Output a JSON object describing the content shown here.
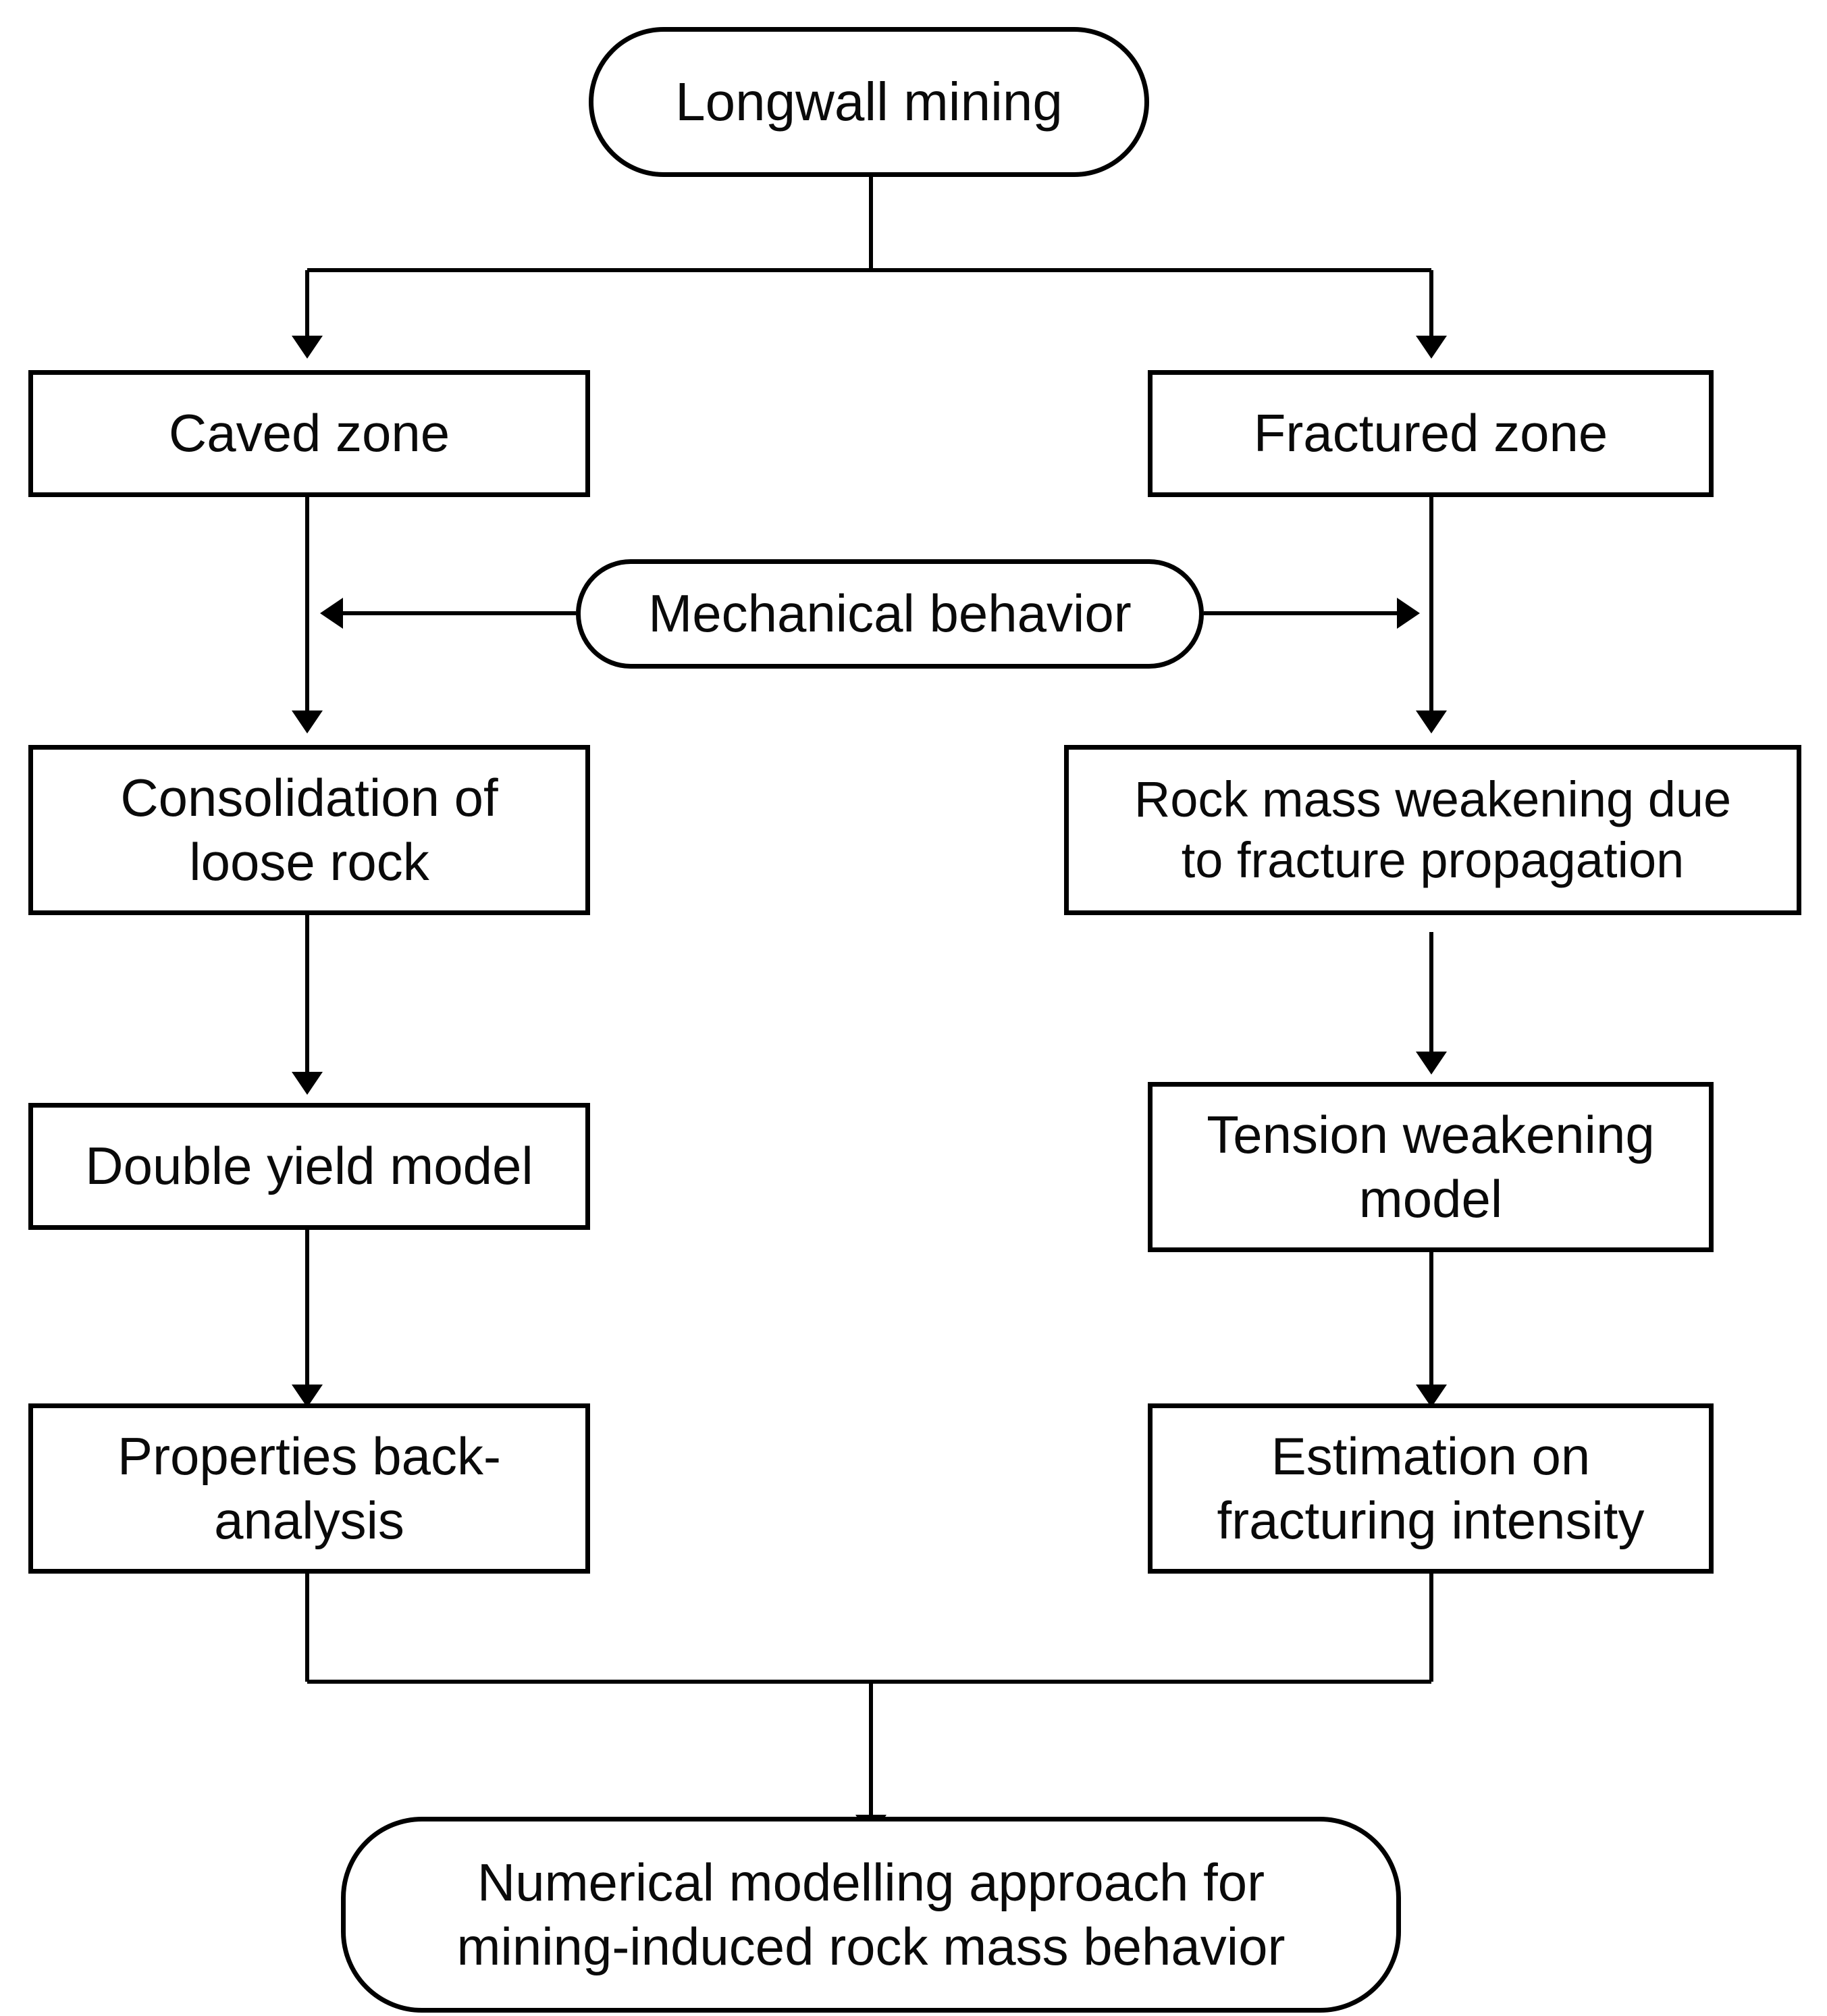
{
  "diagram": {
    "title": "Numerical modelling approach flowchart for longwall mining induced rock mass behavior",
    "background_color": "#ffffff",
    "line_color": "#000000",
    "text_color": "#0a0a0a",
    "nodes": {
      "longwall_mining": {
        "label": "Longwall mining",
        "shape": "pill"
      },
      "caved_zone": {
        "label": "Caved zone",
        "shape": "rect"
      },
      "fractured_zone": {
        "label": "Fractured zone",
        "shape": "rect"
      },
      "mechanical_behavior": {
        "label": "Mechanical behavior",
        "shape": "pill"
      },
      "consolidation": {
        "label": "Consolidation of\nloose rock",
        "shape": "rect"
      },
      "rock_mass_weakening": {
        "label": "Rock mass weakening due\nto fracture propagation",
        "shape": "rect"
      },
      "double_yield": {
        "label": "Double yield model",
        "shape": "rect"
      },
      "tension_weakening": {
        "label": "Tension weakening\nmodel",
        "shape": "rect"
      },
      "properties_back_analysis": {
        "label": "Properties back-\nanalysis",
        "shape": "rect"
      },
      "estimation_fracturing": {
        "label": "Estimation on\nfracturing intensity",
        "shape": "rect"
      },
      "numerical_modelling": {
        "label": "Numerical modelling approach for\nmining-induced  rock mass behavior",
        "shape": "pill"
      }
    },
    "edges": [
      {
        "from": "longwall_mining",
        "to": "caved_zone",
        "style": "elbow-down-left",
        "arrow": "end"
      },
      {
        "from": "longwall_mining",
        "to": "fractured_zone",
        "style": "elbow-down-right",
        "arrow": "end"
      },
      {
        "from": "caved_zone",
        "to": "consolidation",
        "style": "straight-down",
        "arrow": "end"
      },
      {
        "from": "fractured_zone",
        "to": "rock_mass_weakening",
        "style": "straight-down",
        "arrow": "end"
      },
      {
        "from": "mechanical_behavior",
        "to": "caved_zone_branch",
        "style": "horizontal-left",
        "arrow": "end"
      },
      {
        "from": "mechanical_behavior",
        "to": "fractured_zone_branch",
        "style": "horizontal-right",
        "arrow": "end"
      },
      {
        "from": "consolidation",
        "to": "double_yield",
        "style": "straight-down",
        "arrow": "end"
      },
      {
        "from": "rock_mass_weakening",
        "to": "tension_weakening",
        "style": "straight-down",
        "arrow": "end"
      },
      {
        "from": "double_yield",
        "to": "properties_back_analysis",
        "style": "straight-down",
        "arrow": "end"
      },
      {
        "from": "tension_weakening",
        "to": "estimation_fracturing",
        "style": "straight-down",
        "arrow": "end"
      },
      {
        "from": "properties_back_analysis",
        "to": "numerical_modelling",
        "style": "elbow-merge",
        "arrow": "end"
      },
      {
        "from": "estimation_fracturing",
        "to": "numerical_modelling",
        "style": "elbow-merge",
        "arrow": "end"
      }
    ]
  }
}
